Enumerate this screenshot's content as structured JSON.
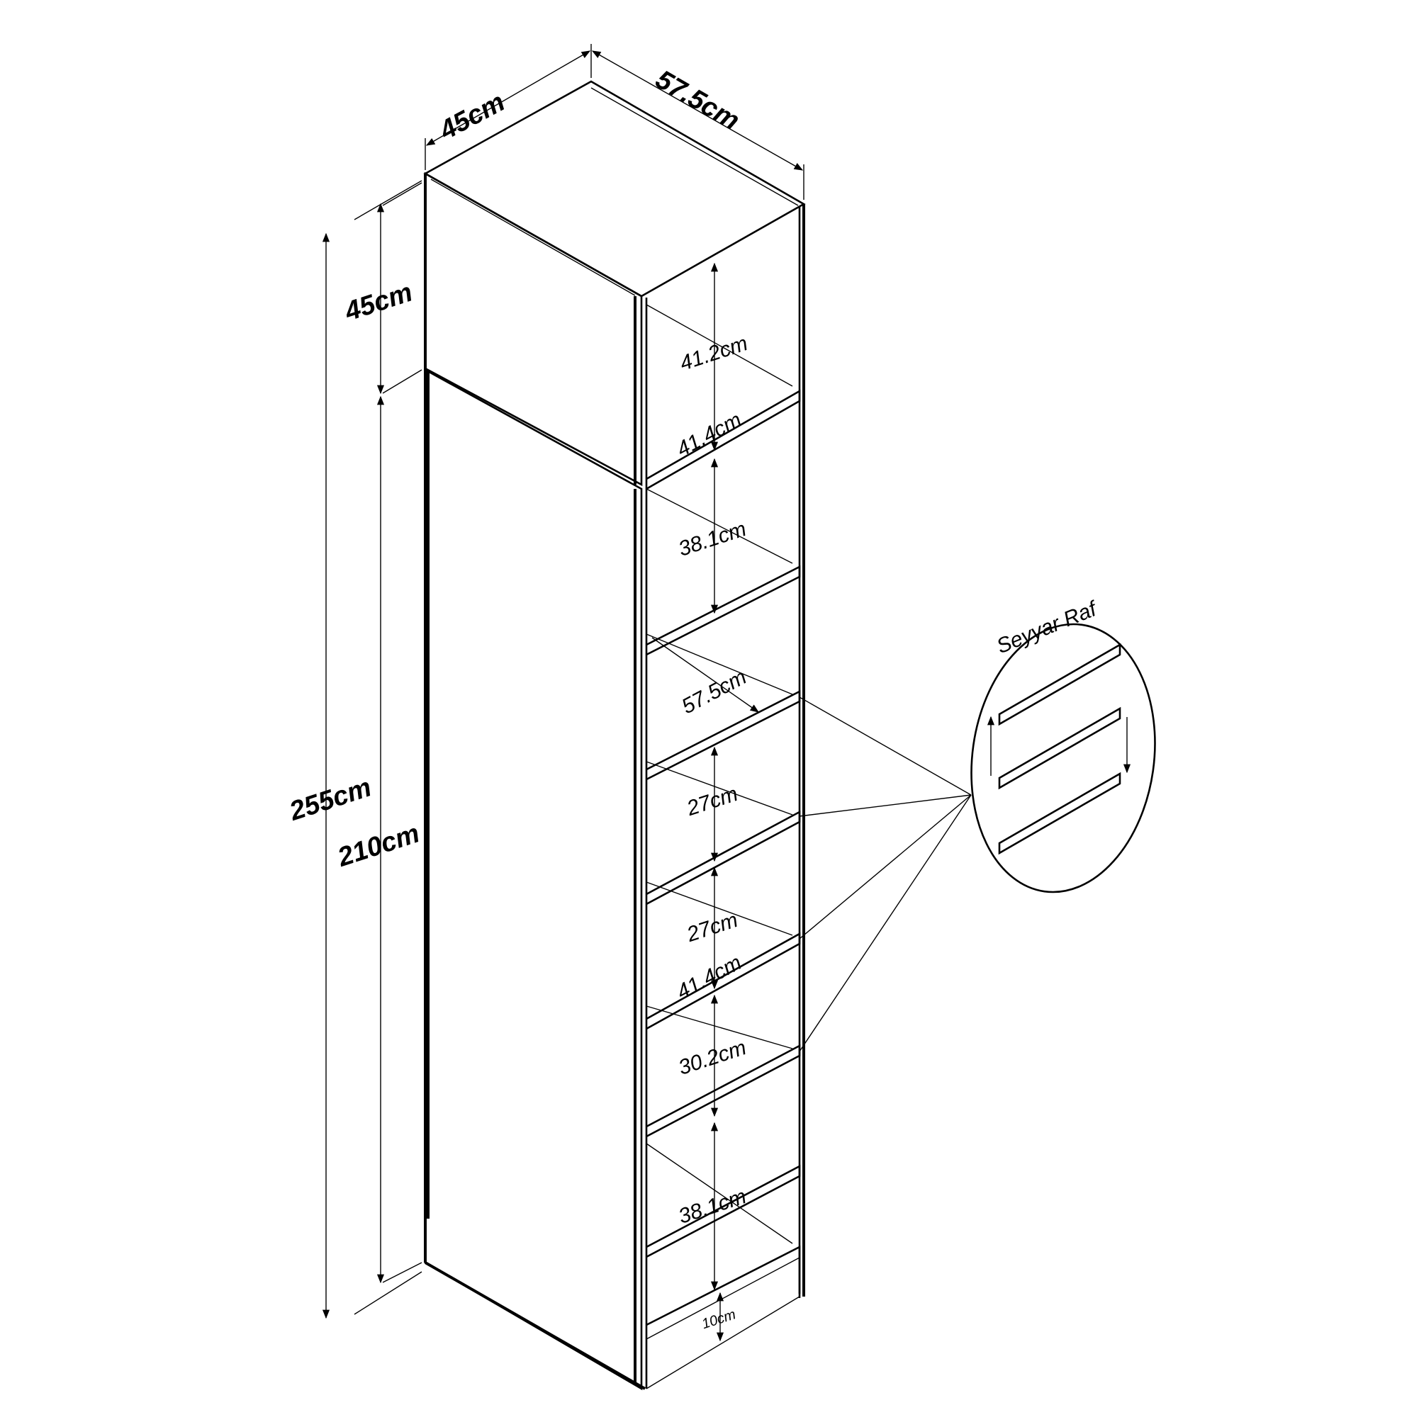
{
  "overall": {
    "width_label": "45cm",
    "depth_label": "57.5cm",
    "total_height_label": "255cm",
    "top_cabinet_height_label": "45cm",
    "lower_cabinet_height_label": "210cm"
  },
  "compartments": {
    "top_height_label": "41.2cm",
    "inner_width_label_upper": "41.4cm",
    "second_height_label": "38.1cm",
    "depth_label": "57.5cm",
    "fourth_height_label": "27cm",
    "fifth_height_label": "27cm",
    "inner_width_label_lower": "41.4cm",
    "sixth_height_label": "30.2cm",
    "bottom_height_label": "38.1cm",
    "plinth_height_label": "10cm"
  },
  "callout": {
    "title": "Seyyar Raf"
  }
}
